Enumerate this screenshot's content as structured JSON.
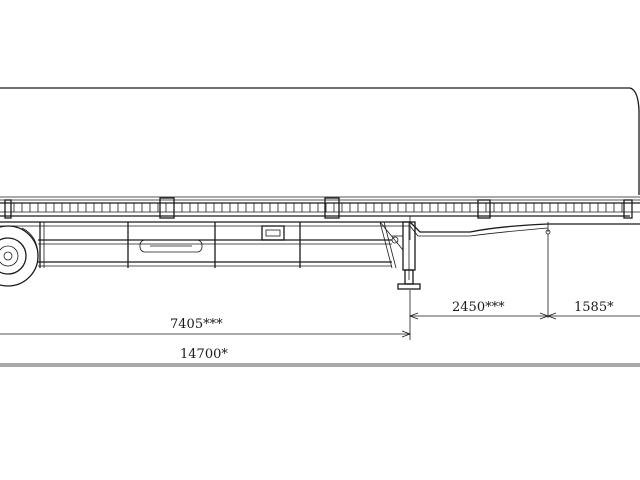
{
  "dimensions": {
    "overall_length": "14700*",
    "front_to_kingpin_section": "7405***",
    "landing_gear_to_kingpin": "2450***",
    "kingpin_to_front": "1585*"
  }
}
